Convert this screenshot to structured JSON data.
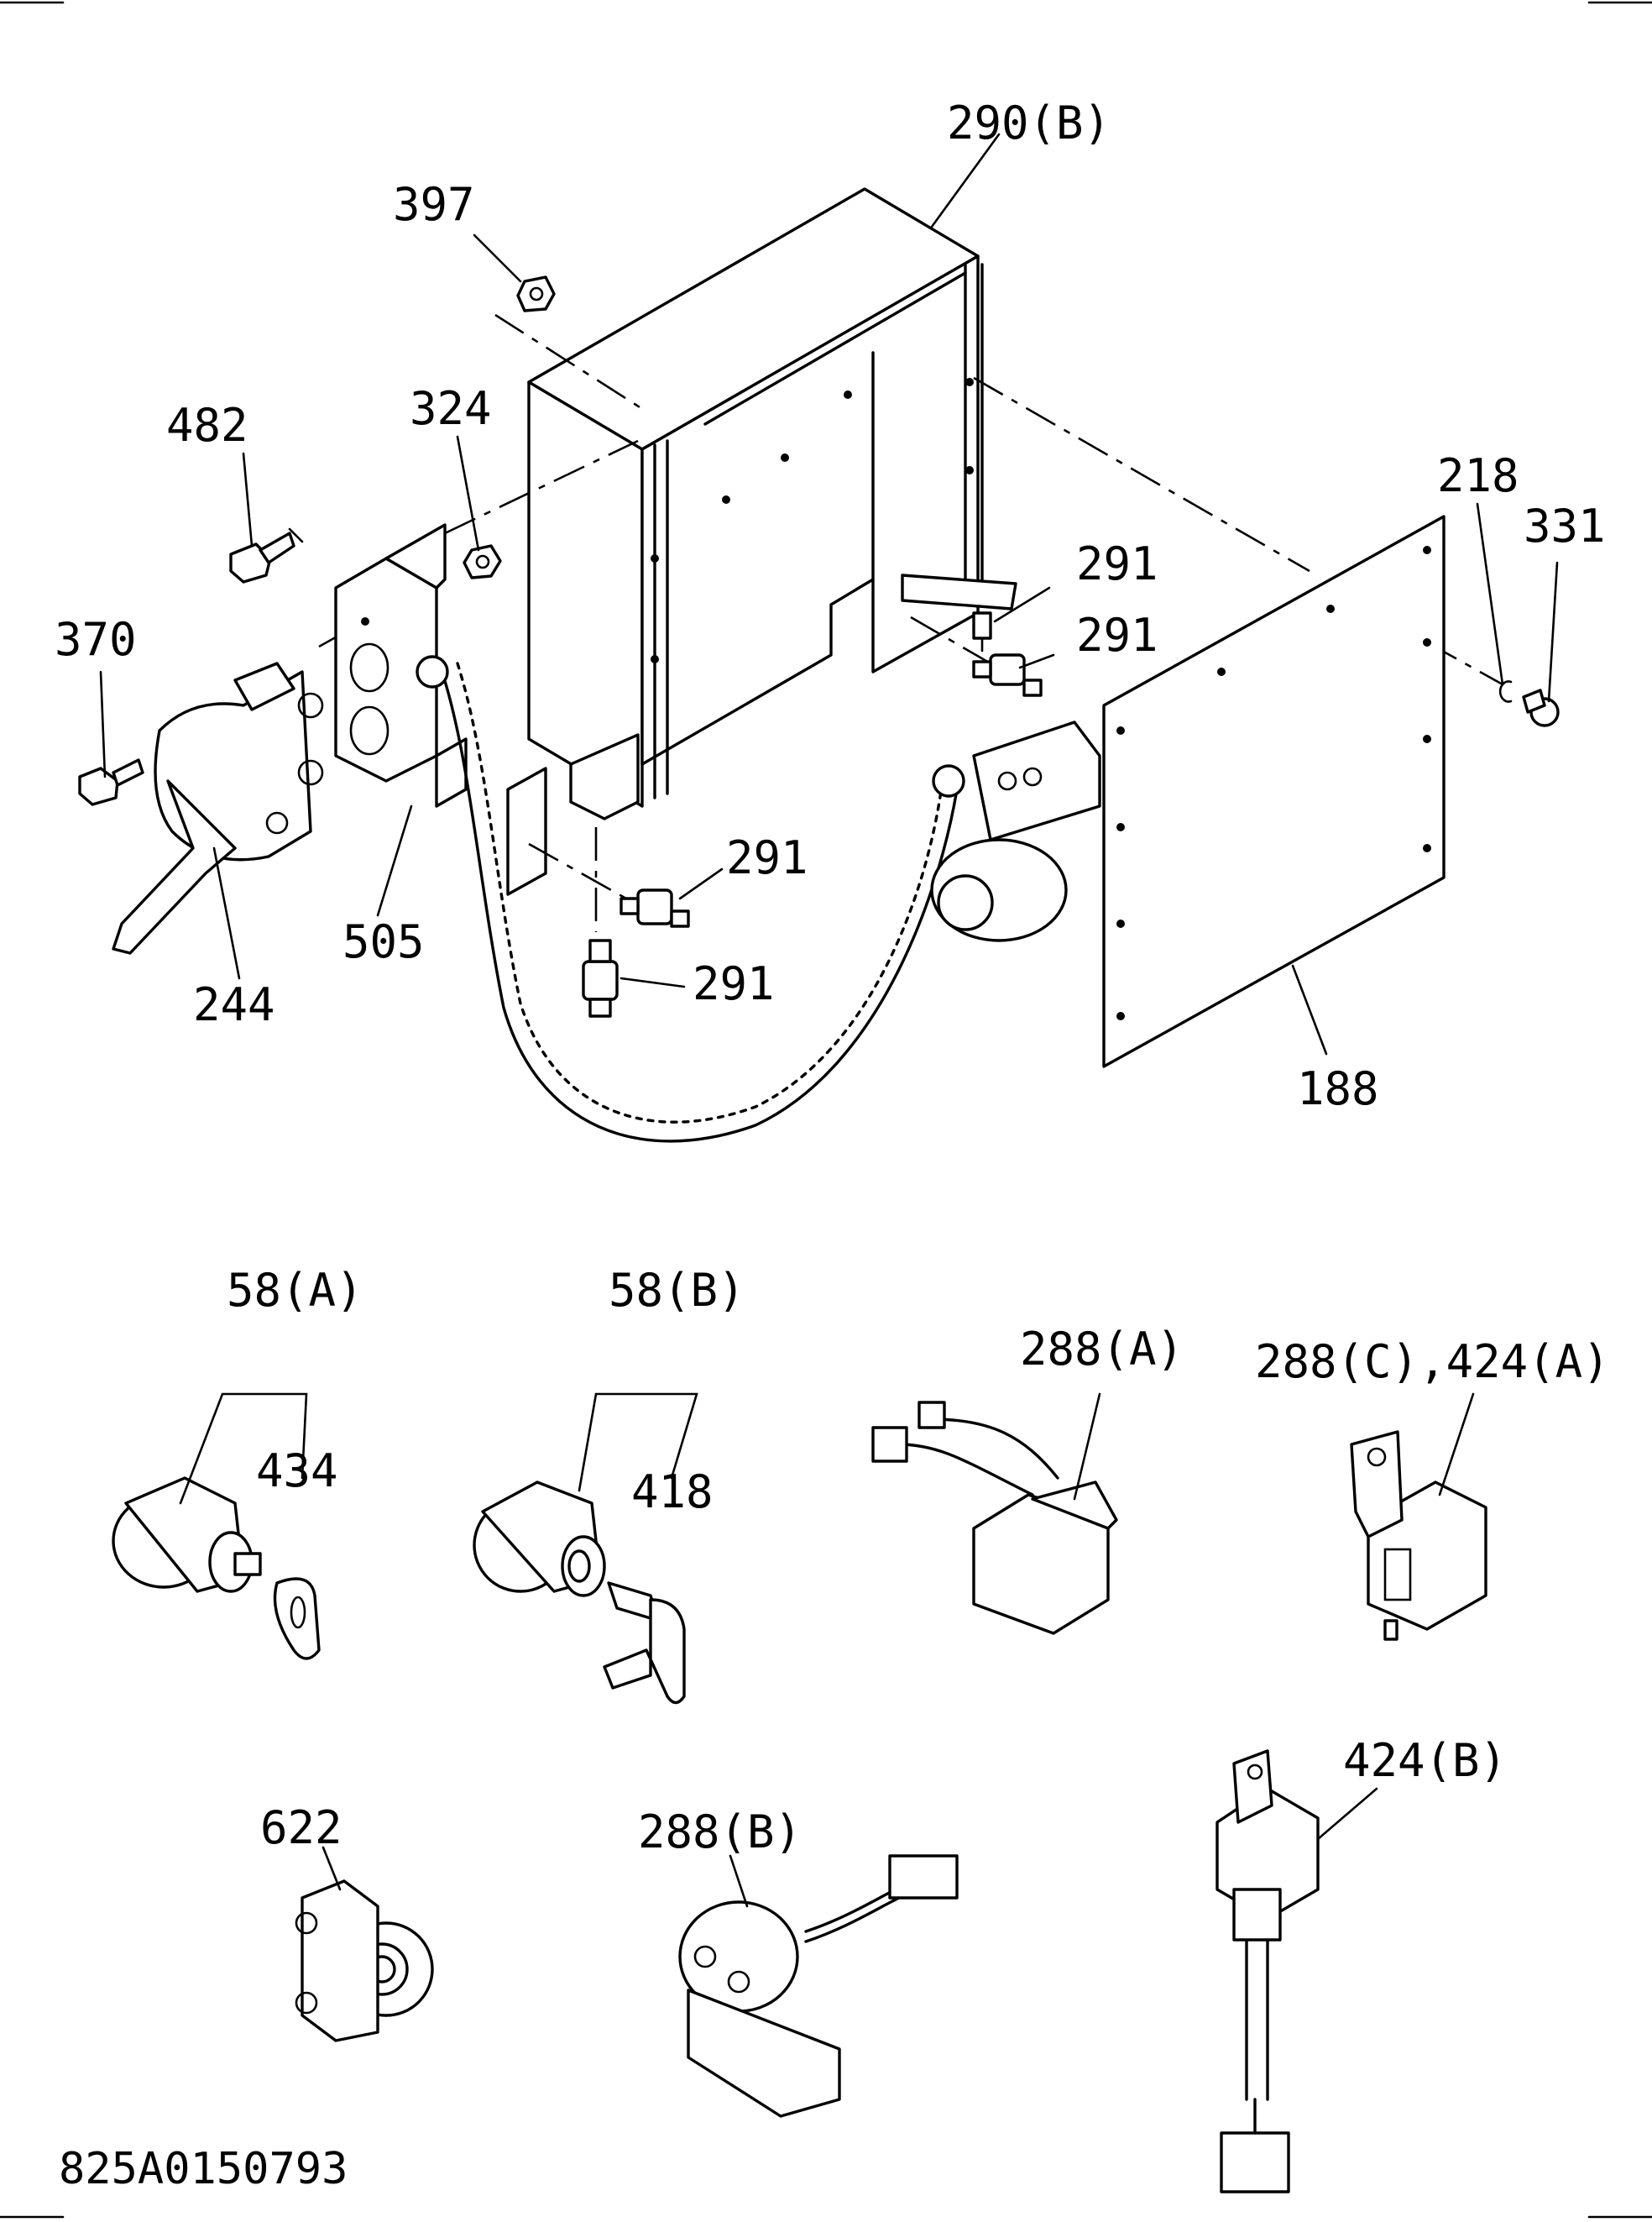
{
  "labels": {
    "l290b": "290(B)",
    "l397": "397",
    "l482": "482",
    "l324": "324",
    "l370": "370",
    "l505": "505",
    "l244": "244",
    "l291a": "291",
    "l291b": "291",
    "l291c": "291",
    "l291d": "291",
    "l218": "218",
    "l331": "331",
    "l188": "188",
    "l58a": "58(A)",
    "l434": "434",
    "l58b": "58(B)",
    "l418": "418",
    "l288a": "288(A)",
    "l288c424a": "288(C),424(A)",
    "l622": "622",
    "l288b": "288(B)",
    "l424b": "424(B)"
  },
  "drawing_code": "825A0150793"
}
